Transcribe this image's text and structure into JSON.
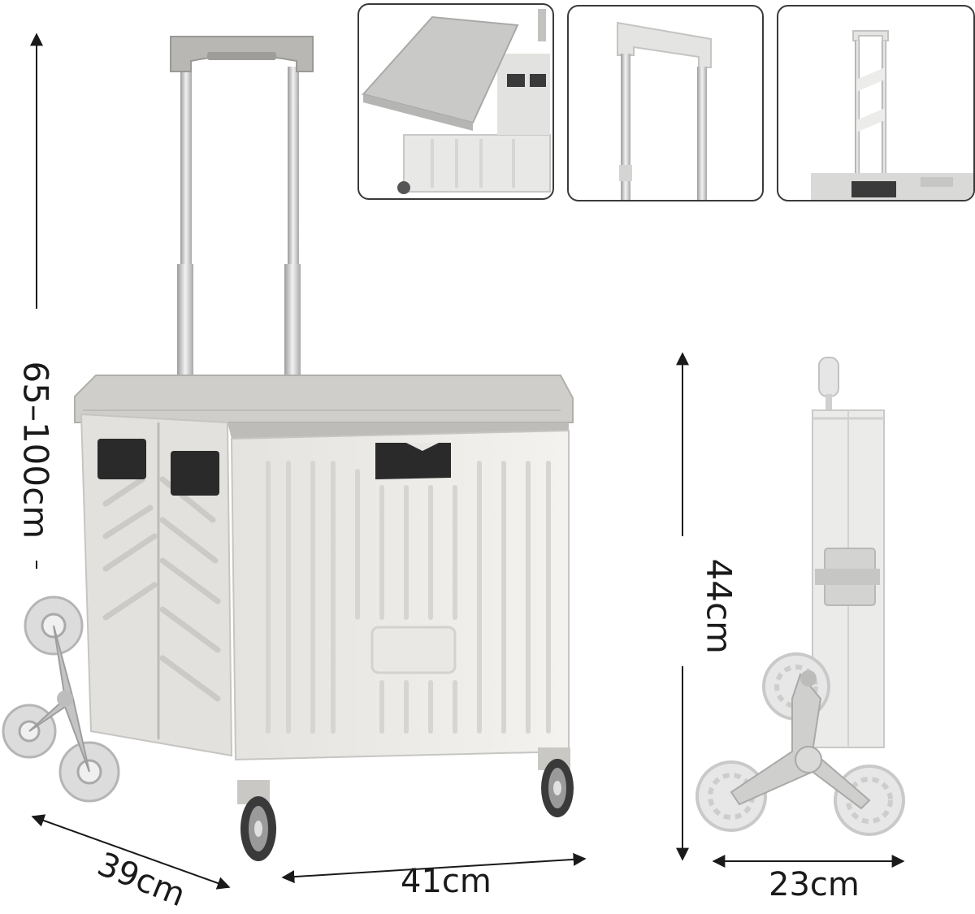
{
  "dimensions": {
    "height_range": "65–100cm",
    "side_height": "44cm",
    "depth": "39cm",
    "width": "41cm",
    "side_width": "23cm"
  },
  "colors": {
    "body": "#ecebe8",
    "body_shadow": "#cfcdca",
    "lid": "#c9c8c5",
    "handle": "#b9b8b5",
    "metal": "#d8d8d8",
    "outline": "#3a3a3a",
    "line": "#1a1a1a"
  },
  "thumbnails": [
    {
      "id": "lid-open-view",
      "icon": "cart-lid-open"
    },
    {
      "id": "handle-closeup",
      "icon": "handle-closeup"
    },
    {
      "id": "handle-extended",
      "icon": "handle-extended"
    }
  ]
}
